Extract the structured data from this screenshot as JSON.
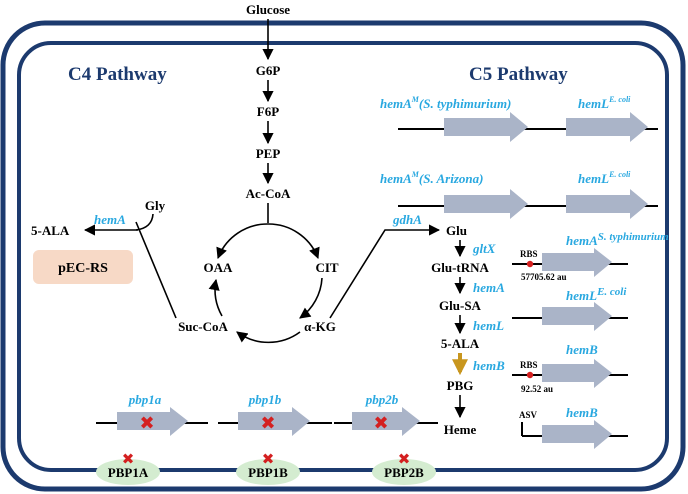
{
  "colors": {
    "membrane": "#1c3a6e",
    "gene_label": "#29a8e0",
    "arrow_fill": "#aab4c8",
    "knockout": "#d42020",
    "hemB_arrow": "#c8961e",
    "pec_box": "#f7d9c6",
    "pbp_ellipse": "#d4ecd0"
  },
  "titles": {
    "c4": "C4 Pathway",
    "c5": "C5 Pathway"
  },
  "glycolysis": {
    "glucose": "Glucose",
    "g6p": "G6P",
    "f6p": "F6P",
    "pep": "PEP",
    "accoa": "Ac-CoA"
  },
  "tca": {
    "oaa": "OAA",
    "cit": "CIT",
    "suc_coa": "Suc-CoA",
    "akg": "α-KG"
  },
  "c4_route": {
    "gly": "Gly",
    "ala": "5-ALA",
    "enzyme": "hemA",
    "plasmid": "pEC-RS"
  },
  "c5_route": {
    "gdha": "gdhA",
    "glu": "Glu",
    "gltx": "gltX",
    "glu_trna": "Glu-tRNA",
    "hema": "hemA",
    "glu_sa": "Glu-SA",
    "heml": "hemL",
    "ala": "5-ALA",
    "hemb": "hemB",
    "pbg": "PBG",
    "heme": "Heme"
  },
  "constructs": {
    "row1_a": "hemA",
    "row1_a_sup": "M",
    "row1_a_paren": "(S. typhimurium)",
    "row1_b": "hemL",
    "row1_b_sup": "E. coli",
    "row2_a": "hemA",
    "row2_a_sup": "M",
    "row2_a_paren": "(S. Arizona)",
    "row2_b": "hemL",
    "row2_b_sup": "E. coli",
    "row3_gene": "hemA",
    "row3_sup": "S. typhimurium",
    "row3_rbs": "RBS",
    "row3_value": "57705.62 au",
    "row4_gene": "hemL",
    "row4_sup": "E. coli",
    "row5_gene": "hemB",
    "row5_rbs": "RBS",
    "row5_value": "92.52 au",
    "row6_gene": "hemB",
    "row6_asv": "ASV"
  },
  "knockouts": {
    "gene1": "pbp1a",
    "gene2": "pbp1b",
    "gene3": "pbp2b",
    "protein1": "PBP1A",
    "protein2": "PBP1B",
    "protein3": "PBP2B"
  }
}
